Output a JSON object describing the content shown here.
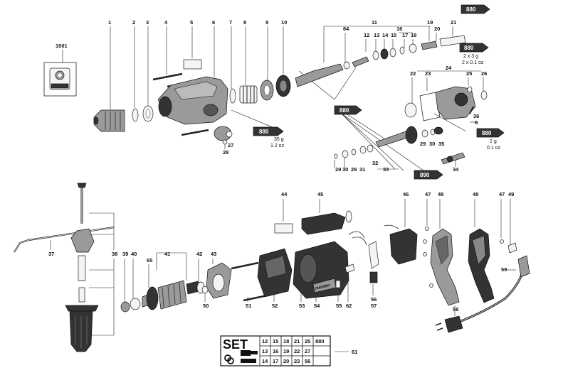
{
  "callouts_top": [
    "1",
    "2",
    "3",
    "4",
    "5",
    "6",
    "7",
    "8",
    "9",
    "10",
    "11",
    "12",
    "13",
    "14",
    "15",
    "16",
    "17",
    "18",
    "19",
    "20",
    "21",
    "22",
    "23",
    "24",
    "25",
    "26",
    "27",
    "28",
    "29",
    "30",
    "31",
    "32",
    "33",
    "34",
    "35",
    "36",
    "64"
  ],
  "callouts_bottom": [
    "37",
    "38",
    "39",
    "40",
    "41",
    "42",
    "43",
    "44",
    "45",
    "46",
    "47",
    "48",
    "49",
    "50",
    "51",
    "52",
    "53",
    "54",
    "55",
    "56",
    "57",
    "58",
    "59",
    "61",
    "62",
    "65"
  ],
  "detail_label": "1001",
  "callout_36_6": "6",
  "callout_57_56": "56",
  "grease_tubes": {
    "label_880": "880",
    "label_890": "890",
    "amount_35": "35 g",
    "amount_35_oz": "1.2 oz",
    "amount_2x3": "2 x 3 g",
    "amount_2x3_oz": "2 x 0.1 oz",
    "amount_2": "2 g",
    "amount_2_oz": "0.1 oz"
  },
  "brand_text": "metabo",
  "set_table": {
    "title": "SET",
    "rows": [
      [
        "12",
        "15",
        "18",
        "21",
        "25",
        "880"
      ],
      [
        "13",
        "16",
        "19",
        "22",
        "27",
        ""
      ],
      [
        "14",
        "17",
        "20",
        "23",
        "56",
        ""
      ]
    ],
    "callout": "61"
  }
}
